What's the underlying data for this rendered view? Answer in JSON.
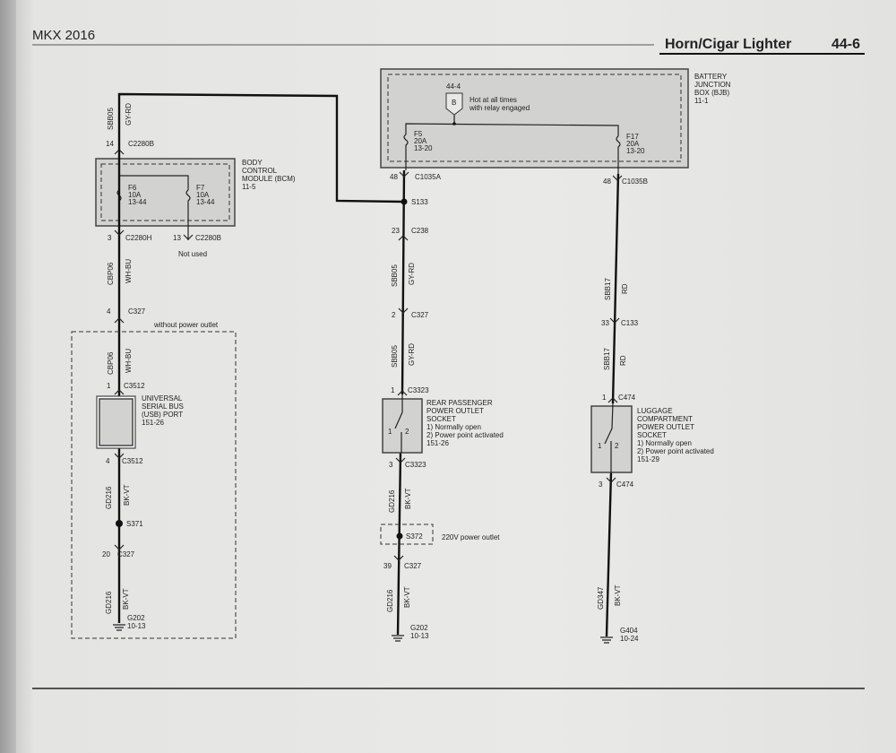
{
  "header": {
    "model": "MKX 2016",
    "title": "Horn/Cigar Lighter",
    "page": "44-6"
  },
  "left": {
    "top_wire": {
      "circuit": "SBB05",
      "color": "GY-RD"
    },
    "c1": {
      "pin": "14",
      "conn": "C2280B"
    },
    "bcm": {
      "name": [
        "BODY",
        "CONTROL",
        "MODULE (BCM)",
        "11-5"
      ],
      "f6": [
        "F6",
        "10A",
        "13-44"
      ],
      "f7": [
        "F7",
        "10A",
        "13-44"
      ]
    },
    "c2": {
      "pin": "3",
      "conn": "C2280H"
    },
    "c3": {
      "pin": "13",
      "conn": "C2280B",
      "note": "Not used"
    },
    "w2": {
      "circuit": "CBP06",
      "color": "WH-BU"
    },
    "c4": {
      "pin": "4",
      "conn": "C327"
    },
    "option": "without power outlet",
    "w3": {
      "circuit": "CBP06",
      "color": "WH-BU"
    },
    "c5": {
      "pin": "1",
      "conn": "C3512"
    },
    "usb": [
      "UNIVERSAL",
      "SERIAL BUS",
      "(USB) PORT",
      "151-26"
    ],
    "c6": {
      "pin": "4",
      "conn": "C3512"
    },
    "w4": {
      "circuit": "GD216",
      "color": "BK-VT"
    },
    "splice": "S371",
    "c7": {
      "pin": "20",
      "conn": "C327"
    },
    "w5": {
      "circuit": "GD216",
      "color": "BK-VT"
    },
    "ground": {
      "id": "G202",
      "ref": "10-13"
    }
  },
  "middle": {
    "bjb": {
      "name": [
        "BATTERY",
        "JUNCTION",
        "BOX (BJB)",
        "11-1"
      ],
      "ref": "44-4",
      "connector": "B",
      "note": [
        "Hot at all times",
        "with relay engaged"
      ],
      "f5": [
        "F5",
        "20A",
        "13-20"
      ],
      "f17": [
        "F17",
        "20A",
        "13-20"
      ]
    },
    "c1": {
      "pin": "48",
      "conn": "C1035A"
    },
    "splice": "S133",
    "c2": {
      "pin": "23",
      "conn": "C238"
    },
    "w1": {
      "circuit": "SBB05",
      "color": "GY-RD"
    },
    "c3": {
      "pin": "2",
      "conn": "C327"
    },
    "w2": {
      "circuit": "SBB05",
      "color": "GY-RD"
    },
    "c4": {
      "pin": "1",
      "conn": "C3323"
    },
    "socket": [
      "REAR PASSENGER",
      "POWER OUTLET",
      "SOCKET",
      "1) Normally open",
      "2) Power point activated",
      "151-26"
    ],
    "sw": [
      "1",
      "2"
    ],
    "c5": {
      "pin": "3",
      "conn": "C3323"
    },
    "w3": {
      "circuit": "GD216",
      "color": "BK-VT"
    },
    "splice2": "S372",
    "option": "220V power outlet",
    "c6": {
      "pin": "39",
      "conn": "C327"
    },
    "w4": {
      "circuit": "GD216",
      "color": "BK-VT"
    },
    "ground": {
      "id": "G202",
      "ref": "10-13"
    }
  },
  "right": {
    "c1": {
      "pin": "48",
      "conn": "C1035B"
    },
    "w1": {
      "circuit": "SBB17",
      "color": "RD"
    },
    "c2": {
      "pin": "33",
      "conn": "C133"
    },
    "w2": {
      "circuit": "SBB17",
      "color": "RD"
    },
    "c3": {
      "pin": "1",
      "conn": "C474"
    },
    "socket": [
      "LUGGAGE",
      "COMPARTMENT",
      "POWER OUTLET",
      "SOCKET",
      "1) Normally open",
      "2) Power point activated",
      "151-29"
    ],
    "sw": [
      "1",
      "2"
    ],
    "c4": {
      "pin": "3",
      "conn": "C474"
    },
    "w3": {
      "circuit": "GD347",
      "color": "BK-VT"
    },
    "ground": {
      "id": "G404",
      "ref": "10-24"
    }
  }
}
